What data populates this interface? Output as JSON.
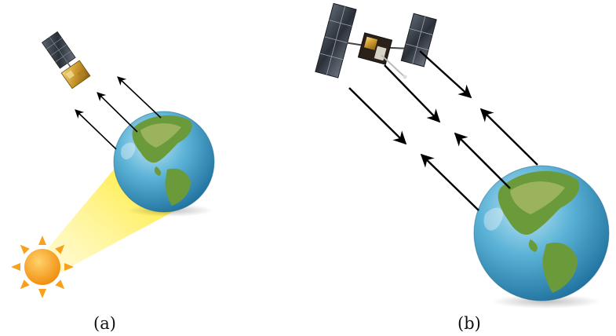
{
  "panels": [
    {
      "id": "a",
      "caption": "(a)"
    },
    {
      "id": "b",
      "caption": "(b)"
    }
  ],
  "icons": {
    "sun": "sun-icon",
    "earth": "earth-globe-icon",
    "satellite": "satellite-icon"
  },
  "colors": {
    "ocean": "#2c8fc0",
    "land": "#6b9a3a",
    "sun": "#f7a21a",
    "sunlight_beam": "#ffe940",
    "arrow": "#000000"
  }
}
